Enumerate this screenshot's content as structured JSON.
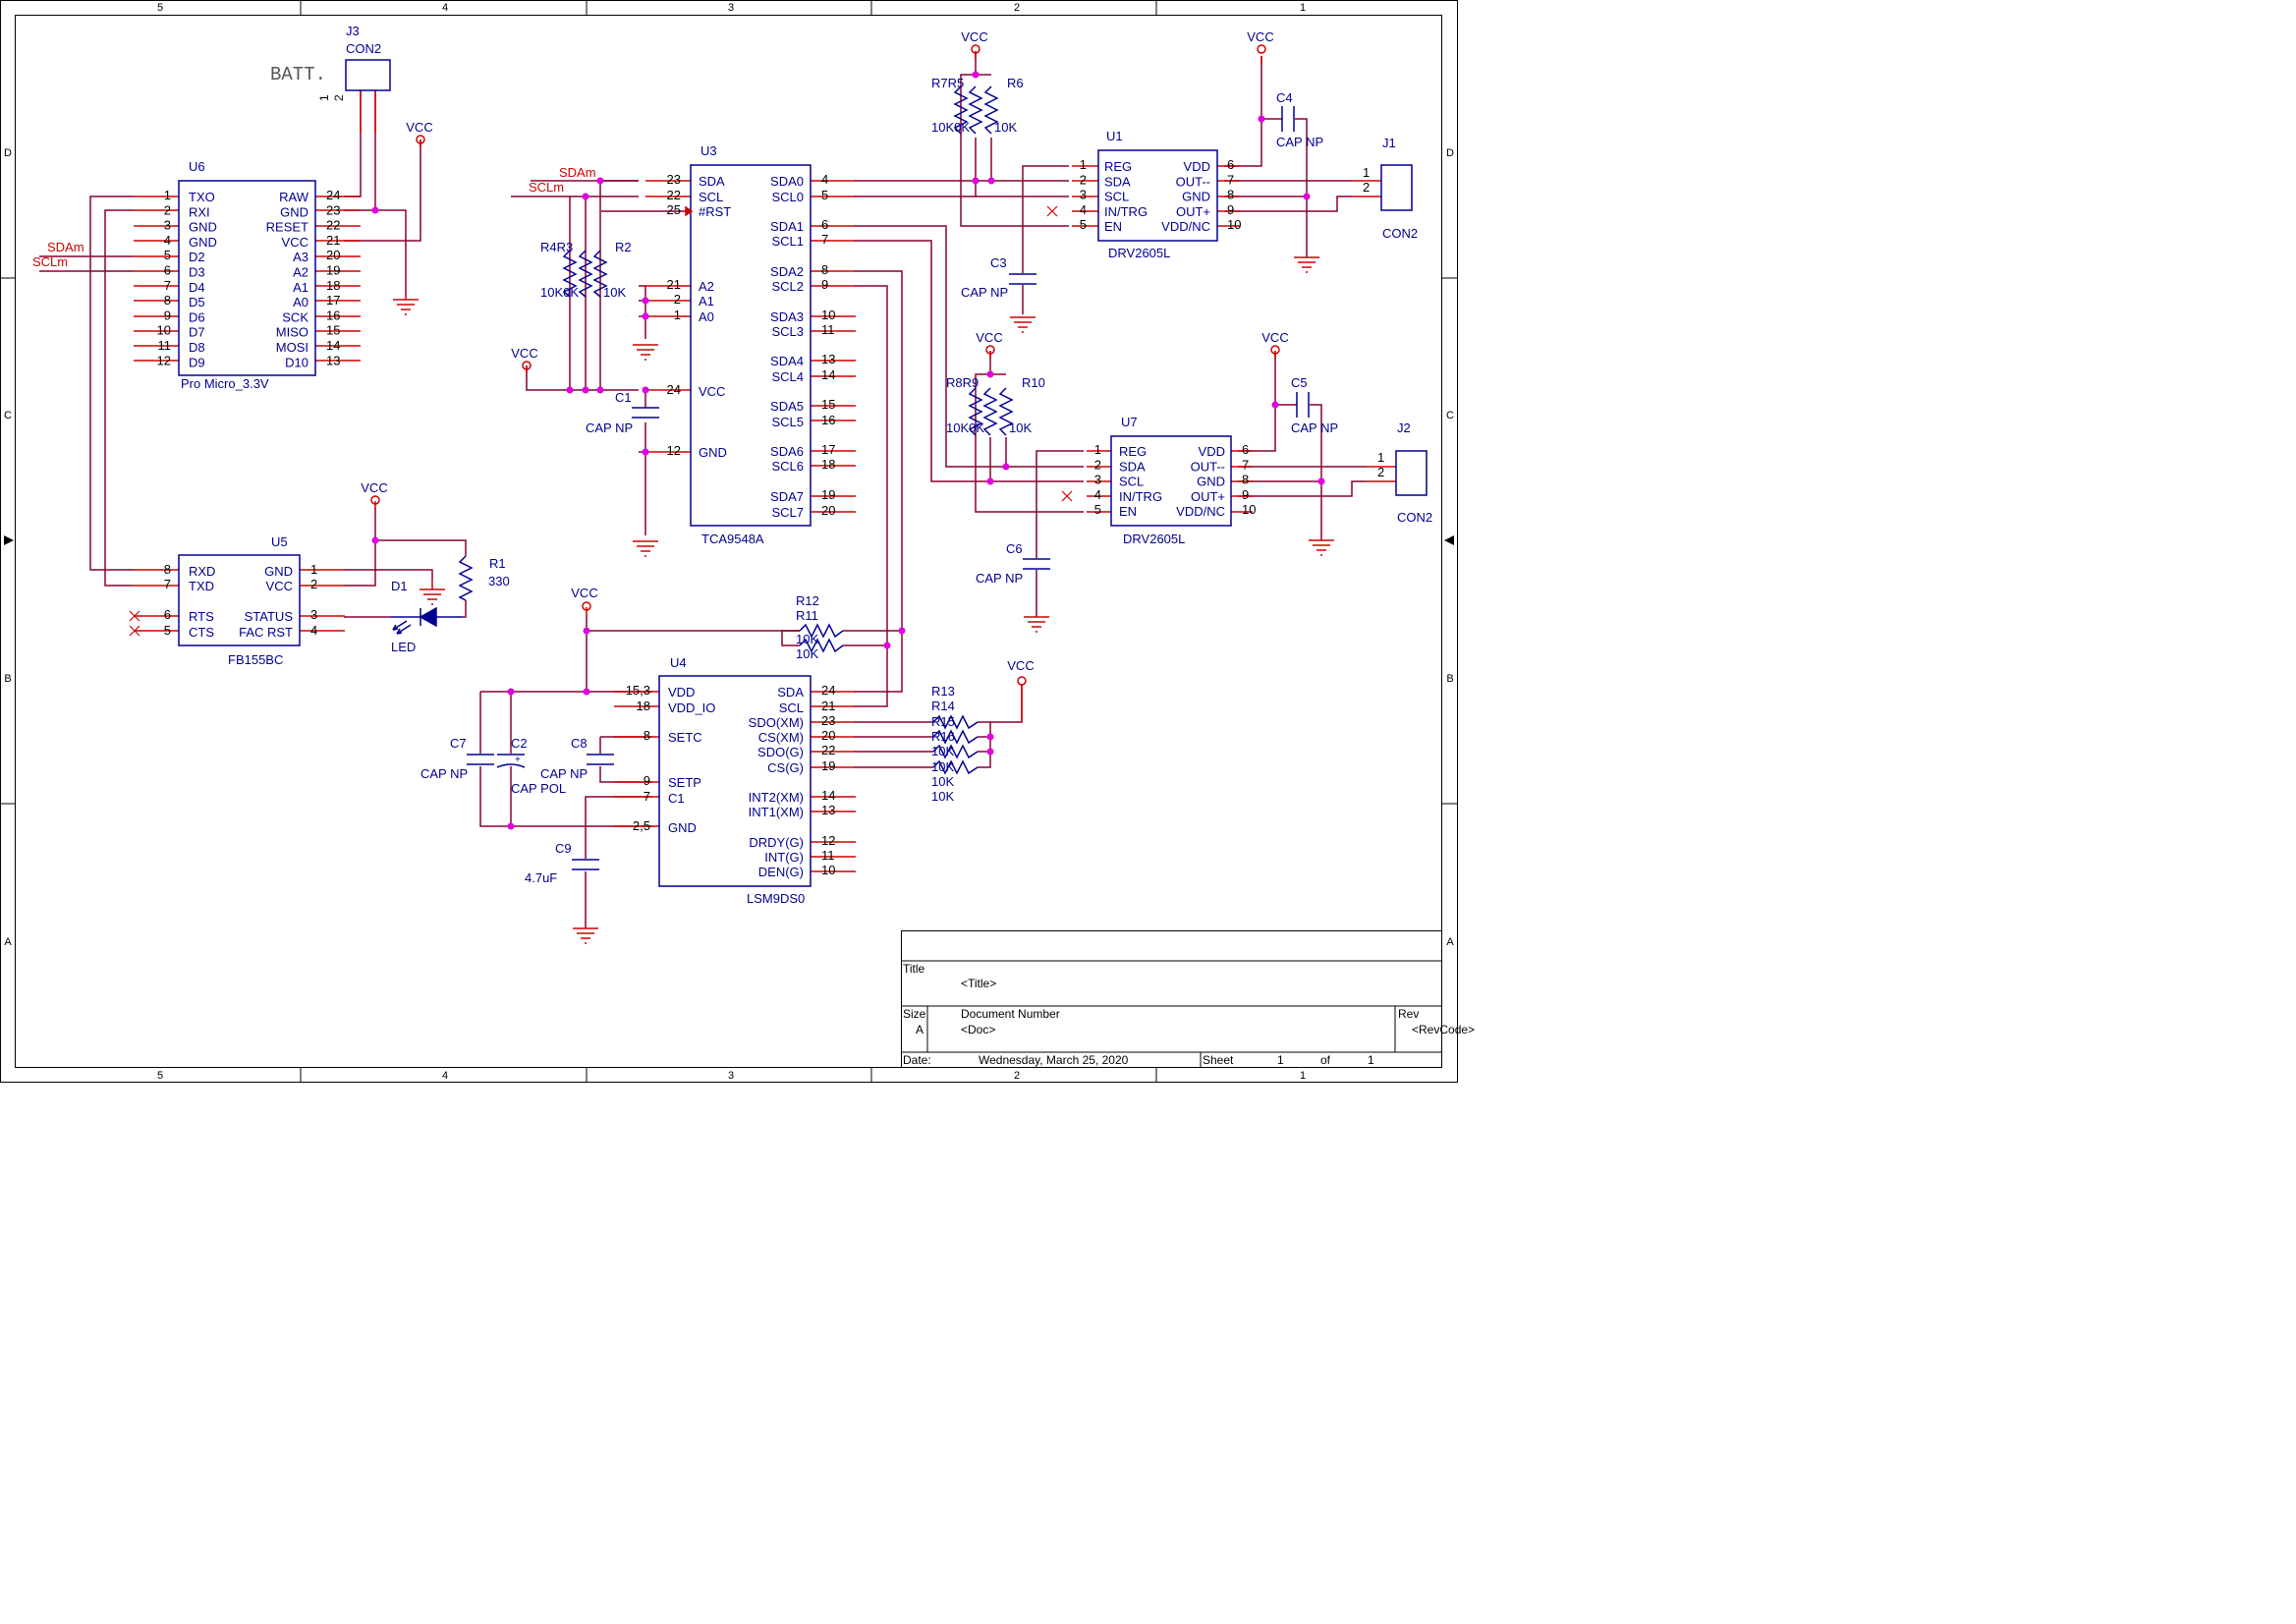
{
  "frame": {
    "columns": [
      "5",
      "4",
      "3",
      "2",
      "1"
    ],
    "rows": [
      "D",
      "C",
      "B",
      "A"
    ]
  },
  "title_block": {
    "title_label": "Title",
    "title_value": "<Title>",
    "size_label": "Size",
    "size_value": "A",
    "docnum_label": "Document Number",
    "docnum_value": "<Doc>",
    "rev_label": "Rev",
    "rev_value": "<RevCode>",
    "date_label": "Date:",
    "date_value": "Wednesday, March 25, 2020",
    "sheet_label": "Sheet",
    "sheet_num": "1",
    "sheet_of": "of",
    "sheet_total": "1"
  },
  "nets": {
    "sda": "SDAm",
    "scl": "SCLm",
    "vcc": "VCC"
  },
  "colors": {
    "wire": "#880033",
    "part": "#000090",
    "pin": "#d00000",
    "junction": "#e000e0",
    "frame": "#000000"
  },
  "j3": {
    "ref": "J3",
    "value": "CON2",
    "label": "BATT.",
    "pins": [
      {
        "num": "1"
      },
      {
        "num": "2"
      }
    ]
  },
  "u6": {
    "ref": "U6",
    "value": "Pro Micro_3.3V",
    "left_pins": [
      {
        "num": "1",
        "name": "TXO"
      },
      {
        "num": "2",
        "name": "RXI"
      },
      {
        "num": "3",
        "name": "GND"
      },
      {
        "num": "4",
        "name": "GND"
      },
      {
        "num": "5",
        "name": "D2"
      },
      {
        "num": "6",
        "name": "D3"
      },
      {
        "num": "7",
        "name": "D4"
      },
      {
        "num": "8",
        "name": "D5"
      },
      {
        "num": "9",
        "name": "D6"
      },
      {
        "num": "10",
        "name": "D7"
      },
      {
        "num": "11",
        "name": "D8"
      },
      {
        "num": "12",
        "name": "D9"
      }
    ],
    "right_pins": [
      {
        "num": "24",
        "name": "RAW"
      },
      {
        "num": "23",
        "name": "GND"
      },
      {
        "num": "22",
        "name": "RESET"
      },
      {
        "num": "21",
        "name": "VCC"
      },
      {
        "num": "20",
        "name": "A3"
      },
      {
        "num": "19",
        "name": "A2"
      },
      {
        "num": "18",
        "name": "A1"
      },
      {
        "num": "17",
        "name": "A0"
      },
      {
        "num": "16",
        "name": "SCK"
      },
      {
        "num": "15",
        "name": "MISO"
      },
      {
        "num": "14",
        "name": "MOSI"
      },
      {
        "num": "13",
        "name": "D10"
      }
    ]
  },
  "u3": {
    "ref": "U3",
    "value": "TCA9548A",
    "left_pins": [
      {
        "num": "23",
        "name": "SDA"
      },
      {
        "num": "22",
        "name": "SCL"
      },
      {
        "num": "25",
        "name": "#RST"
      },
      {
        "num": "21",
        "name": "A2"
      },
      {
        "num": "2",
        "name": "A1"
      },
      {
        "num": "1",
        "name": "A0"
      },
      {
        "num": "24",
        "name": "VCC"
      },
      {
        "num": "12",
        "name": "GND"
      }
    ],
    "right_pins": [
      {
        "num": "4",
        "name": "SDA0"
      },
      {
        "num": "5",
        "name": "SCL0"
      },
      {
        "num": "6",
        "name": "SDA1"
      },
      {
        "num": "7",
        "name": "SCL1"
      },
      {
        "num": "8",
        "name": "SDA2"
      },
      {
        "num": "9",
        "name": "SCL2"
      },
      {
        "num": "10",
        "name": "SDA3"
      },
      {
        "num": "11",
        "name": "SCL3"
      },
      {
        "num": "13",
        "name": "SDA4"
      },
      {
        "num": "14",
        "name": "SCL4"
      },
      {
        "num": "15",
        "name": "SDA5"
      },
      {
        "num": "16",
        "name": "SCL5"
      },
      {
        "num": "17",
        "name": "SDA6"
      },
      {
        "num": "18",
        "name": "SCL6"
      },
      {
        "num": "19",
        "name": "SDA7"
      },
      {
        "num": "20",
        "name": "SCL7"
      }
    ]
  },
  "u1": {
    "ref": "U1",
    "value": "DRV2605L",
    "left_pins": [
      {
        "num": "1",
        "name": "REG"
      },
      {
        "num": "2",
        "name": "SDA"
      },
      {
        "num": "3",
        "name": "SCL"
      },
      {
        "num": "4",
        "name": "IN/TRG"
      },
      {
        "num": "5",
        "name": "EN"
      }
    ],
    "right_pins": [
      {
        "num": "6",
        "name": "VDD"
      },
      {
        "num": "7",
        "name": "OUT--"
      },
      {
        "num": "8",
        "name": "GND"
      },
      {
        "num": "9",
        "name": "OUT+"
      },
      {
        "num": "10",
        "name": "VDD/NC"
      }
    ]
  },
  "u7": {
    "ref": "U7",
    "value": "DRV2605L",
    "left_pins": [
      {
        "num": "1",
        "name": "REG"
      },
      {
        "num": "2",
        "name": "SDA"
      },
      {
        "num": "3",
        "name": "SCL"
      },
      {
        "num": "4",
        "name": "IN/TRG"
      },
      {
        "num": "5",
        "name": "EN"
      }
    ],
    "right_pins": [
      {
        "num": "6",
        "name": "VDD"
      },
      {
        "num": "7",
        "name": "OUT--"
      },
      {
        "num": "8",
        "name": "GND"
      },
      {
        "num": "9",
        "name": "OUT+"
      },
      {
        "num": "10",
        "name": "VDD/NC"
      }
    ]
  },
  "u5": {
    "ref": "U5",
    "value": "FB155BC",
    "left_pins": [
      {
        "num": "8",
        "name": "RXD"
      },
      {
        "num": "7",
        "name": "TXD"
      },
      {
        "num": "6",
        "name": "RTS"
      },
      {
        "num": "5",
        "name": "CTS"
      }
    ],
    "right_pins": [
      {
        "num": "1",
        "name": "GND"
      },
      {
        "num": "2",
        "name": "VCC"
      },
      {
        "num": "3",
        "name": "STATUS"
      },
      {
        "num": "4",
        "name": "FAC RST"
      }
    ]
  },
  "u4": {
    "ref": "U4",
    "value": "LSM9DS0",
    "left_pins": [
      {
        "num": "15,3",
        "name": "VDD"
      },
      {
        "num": "18",
        "name": "VDD_IO"
      },
      {
        "num": "8",
        "name": "SETC"
      },
      {
        "num": "9",
        "name": "SETP"
      },
      {
        "num": "7",
        "name": "C1"
      },
      {
        "num": "2,5",
        "name": "GND"
      }
    ],
    "right_pins": [
      {
        "num": "24",
        "name": "SDA"
      },
      {
        "num": "21",
        "name": "SCL"
      },
      {
        "num": "23",
        "name": "SDO(XM)"
      },
      {
        "num": "20",
        "name": "CS(XM)"
      },
      {
        "num": "22",
        "name": "SDO(G)"
      },
      {
        "num": "19",
        "name": "CS(G)"
      },
      {
        "num": "14",
        "name": "INT2(XM)"
      },
      {
        "num": "13",
        "name": "INT1(XM)"
      },
      {
        "num": "12",
        "name": "DRDY(G)"
      },
      {
        "num": "11",
        "name": "INT(G)"
      },
      {
        "num": "10",
        "name": "DEN(G)"
      }
    ]
  },
  "j1": {
    "ref": "J1",
    "value": "CON2",
    "pins": [
      {
        "num": "1"
      },
      {
        "num": "2"
      }
    ]
  },
  "j2": {
    "ref": "J2",
    "value": "CON2",
    "pins": [
      {
        "num": "1"
      },
      {
        "num": "2"
      }
    ]
  },
  "passives": {
    "r1": {
      "ref": "R1",
      "value": "330"
    },
    "r2": {
      "ref": "R2",
      "value": "10K"
    },
    "r34": {
      "ref": "R4R3",
      "value": "10K0K"
    },
    "r75": {
      "ref": "R7R5",
      "value": "10K0K"
    },
    "r6": {
      "ref": "R6",
      "value": "10K"
    },
    "r89": {
      "ref": "R8R9",
      "value": "10K0K"
    },
    "r10": {
      "ref": "R10",
      "value": "10K"
    },
    "r12": {
      "ref": "R12"
    },
    "r11": {
      "ref": "R11"
    },
    "r1112_values": [
      "10K",
      "10K"
    ],
    "r13": {
      "ref": "R13"
    },
    "r14": {
      "ref": "R14"
    },
    "r15": {
      "ref": "R15"
    },
    "r16": {
      "ref": "R16"
    },
    "r1316_values": [
      "10K",
      "10K",
      "10K",
      "10K"
    ],
    "c1": {
      "ref": "C1",
      "value": "CAP NP"
    },
    "c2": {
      "ref": "C2",
      "value": "CAP POL"
    },
    "c3": {
      "ref": "C3",
      "value": "CAP NP"
    },
    "c4": {
      "ref": "C4",
      "value": "CAP NP"
    },
    "c5": {
      "ref": "C5",
      "value": "CAP NP"
    },
    "c6": {
      "ref": "C6",
      "value": "CAP NP"
    },
    "c7": {
      "ref": "C7",
      "value": "CAP NP"
    },
    "c8": {
      "ref": "C8",
      "value": "CAP NP"
    },
    "c9": {
      "ref": "C9",
      "value": "4.7uF"
    },
    "d1": {
      "ref": "D1",
      "value": "LED"
    }
  }
}
